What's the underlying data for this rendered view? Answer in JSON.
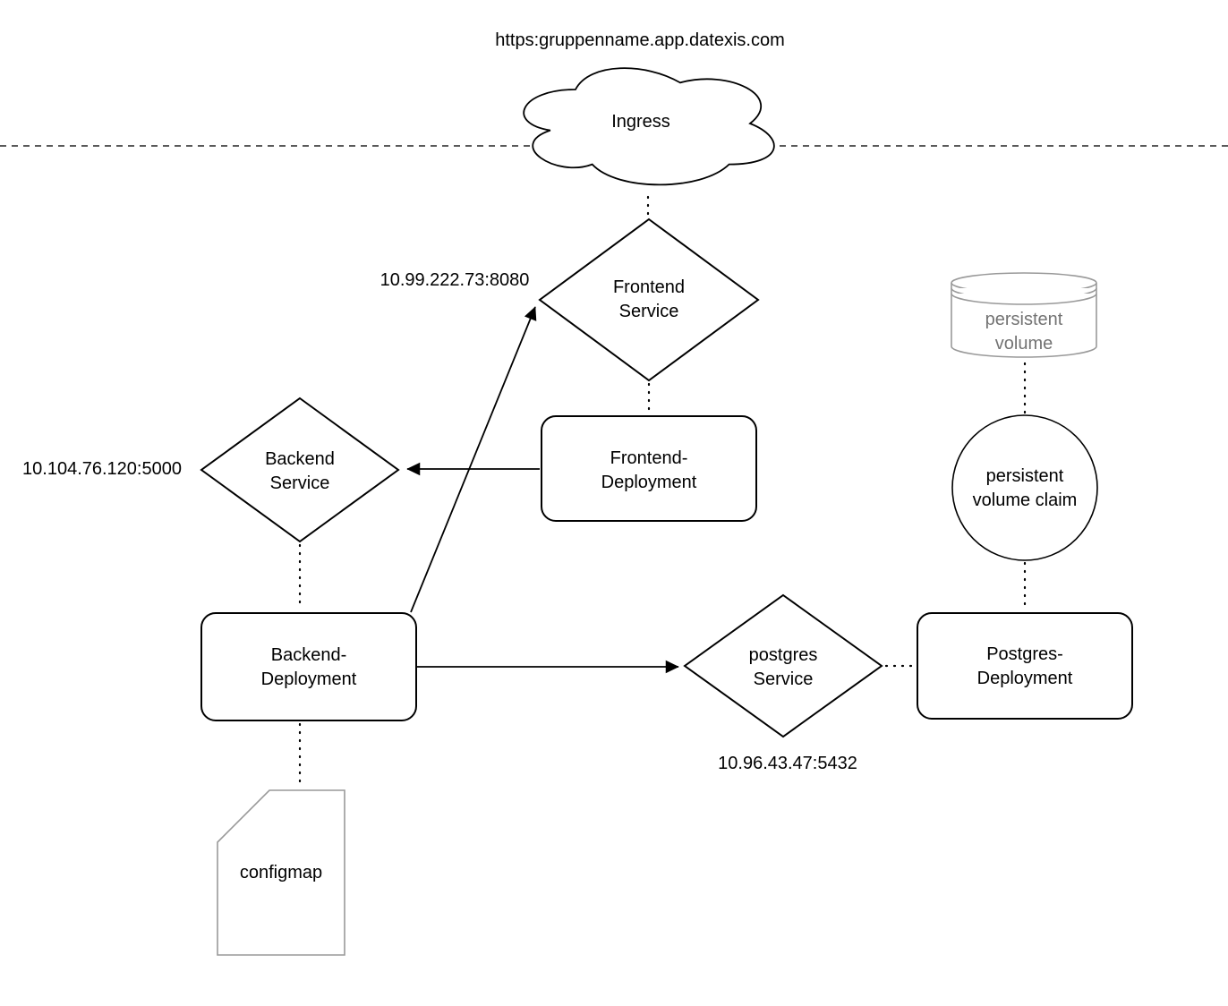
{
  "title": "https:gruppenname.app.datexis.com",
  "nodes": {
    "ingress": {
      "label": "Ingress",
      "type": "cloud"
    },
    "frontend_service": {
      "line1": "Frontend",
      "line2": "Service",
      "type": "diamond",
      "ip": "10.99.222.73:8080"
    },
    "backend_service": {
      "line1": "Backend",
      "line2": "Service",
      "type": "diamond",
      "ip": "10.104.76.120:5000"
    },
    "frontend_deployment": {
      "line1": "Frontend-",
      "line2": "Deployment",
      "type": "rounded-rect"
    },
    "backend_deployment": {
      "line1": "Backend-",
      "line2": "Deployment",
      "type": "rounded-rect"
    },
    "postgres_service": {
      "line1": "postgres",
      "line2": "Service",
      "type": "diamond",
      "ip": "10.96.43.47:5432"
    },
    "postgres_deployment": {
      "line1": "Postgres-",
      "line2": "Deployment",
      "type": "rounded-rect"
    },
    "persistent_volume": {
      "line1": "persistent",
      "line2": "volume",
      "type": "cylinder"
    },
    "persistent_volume_claim": {
      "line1": "persistent",
      "line2": "volume claim",
      "type": "circle"
    },
    "configmap": {
      "label": "configmap",
      "type": "document"
    }
  },
  "edges": [
    {
      "from": "ingress",
      "to": "frontend_service",
      "style": "dotted"
    },
    {
      "from": "frontend_service",
      "to": "frontend_deployment",
      "style": "dotted"
    },
    {
      "from": "frontend_deployment",
      "to": "backend_service",
      "style": "arrow"
    },
    {
      "from": "backend_deployment",
      "to": "frontend_service",
      "style": "arrow"
    },
    {
      "from": "backend_service",
      "to": "backend_deployment",
      "style": "dotted"
    },
    {
      "from": "backend_deployment",
      "to": "postgres_service",
      "style": "arrow"
    },
    {
      "from": "postgres_service",
      "to": "postgres_deployment",
      "style": "dotted"
    },
    {
      "from": "persistent_volume",
      "to": "persistent_volume_claim",
      "style": "dotted"
    },
    {
      "from": "persistent_volume_claim",
      "to": "postgres_deployment",
      "style": "dotted"
    },
    {
      "from": "backend_deployment",
      "to": "configmap",
      "style": "dotted"
    }
  ],
  "colors": {
    "stroke": "#000000",
    "muted_stroke": "#999999",
    "muted_text": "#737373",
    "boundary_line": "#5a5a5a",
    "background": "#ffffff"
  }
}
